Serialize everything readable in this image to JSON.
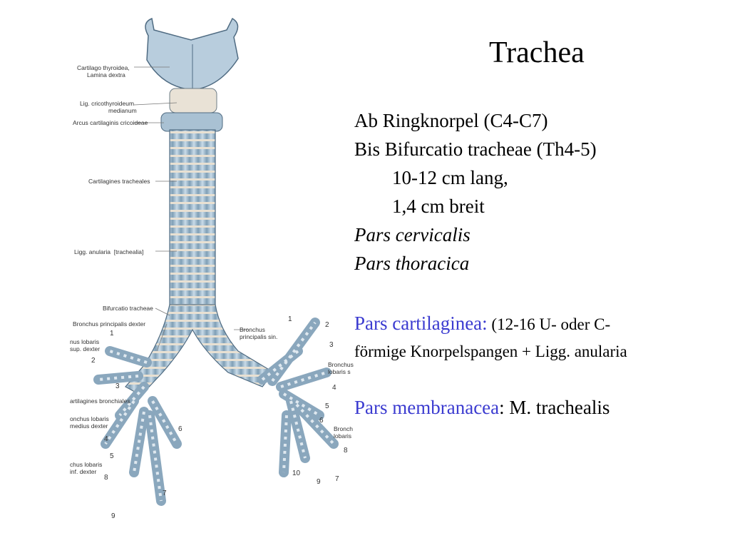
{
  "slide": {
    "title": "Trachea",
    "lines": [
      "Ab Ringknorpel (C4-C7)",
      "Bis Bifurcatio tracheae (Th4-5)",
      "10-12 cm lang,",
      "1,4 cm breit",
      "Pars cervicalis",
      "Pars thoracica"
    ],
    "cartilaginea": {
      "label": "Pars cartilaginea:",
      "detail_1": " (12-16 U- oder C-",
      "detail_2": "förmige Knorpelspangen + Ligg. anularia"
    },
    "membranacea": {
      "label": "Pars membranacea",
      "detail": ": M. trachealis"
    },
    "accent_color": "#3b3bd0"
  },
  "figure": {
    "labels": {
      "thyroid_1": "Cartilago thyroidea,",
      "thyroid_2": "Lamina dextra",
      "crico_lig_1": "Lig. cricothyroideum",
      "crico_lig_2": "medianum",
      "arcus": "Arcus cartilaginis cricoideae",
      "cart_trach": "Cartilagines tracheales",
      "ligg_1": "Ligg. anularia  [trachealia]",
      "bifurcatio": "Bifurcatio tracheae",
      "bronchus_dexter": "Bronchus principalis dexter",
      "bronchus_sin_1": "Bronchus",
      "bronchus_sin_2": "principalis sin.",
      "lob_sup_1": "nus lobaris",
      "lob_sup_2": "sup. dexter",
      "cart_bronch": "artilagines bronchiales",
      "lob_med_1": "onchus lobaris",
      "lob_med_2": "medius dexter",
      "lob_inf_1": "chus lobaris",
      "lob_inf_2": "inf. dexter",
      "lob_sin_1": "Bronchus",
      "lob_sin_2": "lobaris s",
      "lob_sin2_1": "Bronch",
      "lob_sin2_2": "lobaris"
    }
  }
}
